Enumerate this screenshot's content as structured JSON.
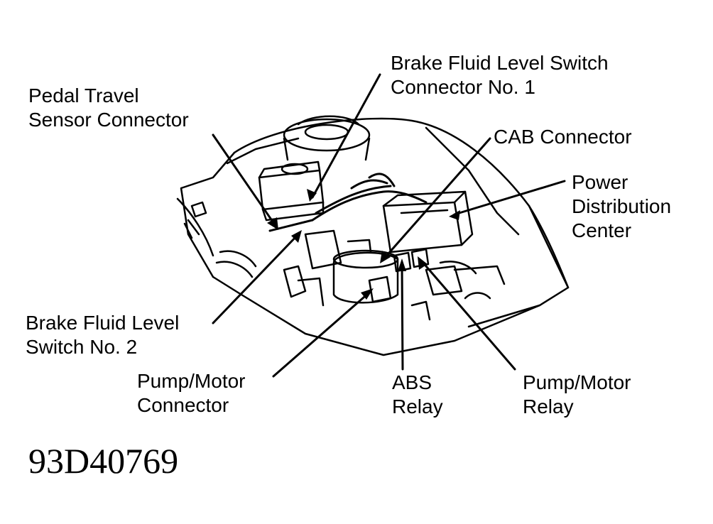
{
  "labels": {
    "pedal_travel": [
      "Pedal Travel",
      "Sensor Connector"
    ],
    "brake_fluid_switch_1": [
      "Brake Fluid Level Switch",
      "Connector No. 1"
    ],
    "cab_connector": [
      "CAB Connector"
    ],
    "power_distribution": [
      "Power",
      "Distribution",
      "Center"
    ],
    "brake_fluid_switch_2": [
      "Brake Fluid Level",
      "Switch No. 2"
    ],
    "pump_motor_connector": [
      "Pump/Motor",
      "Connector"
    ],
    "abs_relay": [
      "ABS",
      "Relay"
    ],
    "pump_motor_relay": [
      "Pump/Motor",
      "Relay"
    ]
  },
  "figure_id": "93D40769",
  "colors": {
    "ink": "#000000",
    "paper": "#ffffff"
  }
}
